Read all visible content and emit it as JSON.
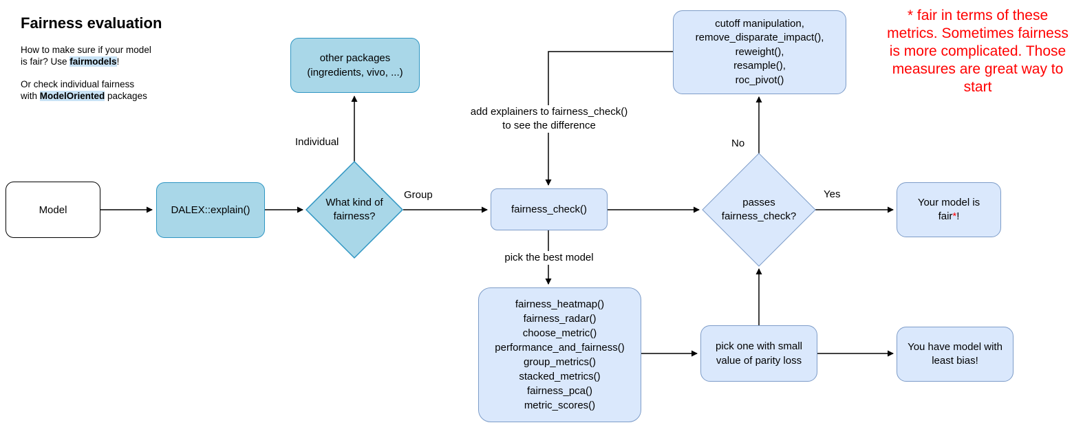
{
  "header": {
    "title": "Fairness evaluation",
    "para1_prefix": "How to make sure if your model\nis fair? Use ",
    "para1_highlight": "fairmodels",
    "para1_suffix": "!",
    "para2_prefix": "Or check individual fairness\nwith ",
    "para2_highlight": "ModelOriented",
    "para2_suffix": " packages"
  },
  "note": {
    "text": "* fair in terms of these\nmetrics. Sometimes fairness\nis more complicated. Those\nmeasures are great way to\nstart"
  },
  "nodes": {
    "model": {
      "label": "Model"
    },
    "dalex": {
      "label": "DALEX::explain()"
    },
    "kind_diamond": {
      "label": "What kind of\nfairness?"
    },
    "other_packages": {
      "label": "other packages\n(ingredients, vivo, ...)"
    },
    "fairness_check": {
      "label": "fairness_check()"
    },
    "mitigation": {
      "lines": [
        "cutoff manipulation,",
        "remove_disparate_impact(),",
        "reweight(),",
        "resample(),",
        "roc_pivot()"
      ]
    },
    "passes_diamond": {
      "label": "passes\nfairness_check?"
    },
    "fair_result": {
      "line1": "Your model is",
      "line2_prefix": "fair",
      "asterisk": "*",
      "line2_suffix": "!"
    },
    "functions": {
      "lines": [
        "fairness_heatmap()",
        "fairness_radar()",
        "choose_metric()",
        "performance_and_fairness()",
        "group_metrics()",
        "stacked_metrics()",
        "fairness_pca()",
        "metric_scores()"
      ]
    },
    "parity": {
      "label": "pick one with small\nvalue of parity loss"
    },
    "least_bias": {
      "label": "You have model with\nleast bias!"
    }
  },
  "edge_labels": {
    "individual": "Individual",
    "group": "Group",
    "no": "No",
    "yes": "Yes",
    "add_explainers": "add explainers to fairness_check()\nto see the difference",
    "pick_best": "pick the best model"
  },
  "colors": {
    "cyan_fill": "#A9D7E8",
    "cyan_border": "#2E95C2",
    "blue_fill": "#DAE8FC",
    "blue_border": "#7D9CC8",
    "note_red": "#FF0000",
    "highlight_bg": "#C9E3F6",
    "line_black": "#000000"
  }
}
